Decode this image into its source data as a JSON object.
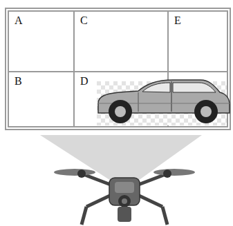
{
  "diagram": {
    "nodes": [
      {
        "text": [
          "A"
        ]
      },
      {
        "text": [
          "C"
        ]
      },
      {
        "text": [
          "E"
        ]
      },
      {
        "text": [
          "B"
        ]
      },
      {
        "text": [
          "D"
        ]
      }
    ]
  }
}
